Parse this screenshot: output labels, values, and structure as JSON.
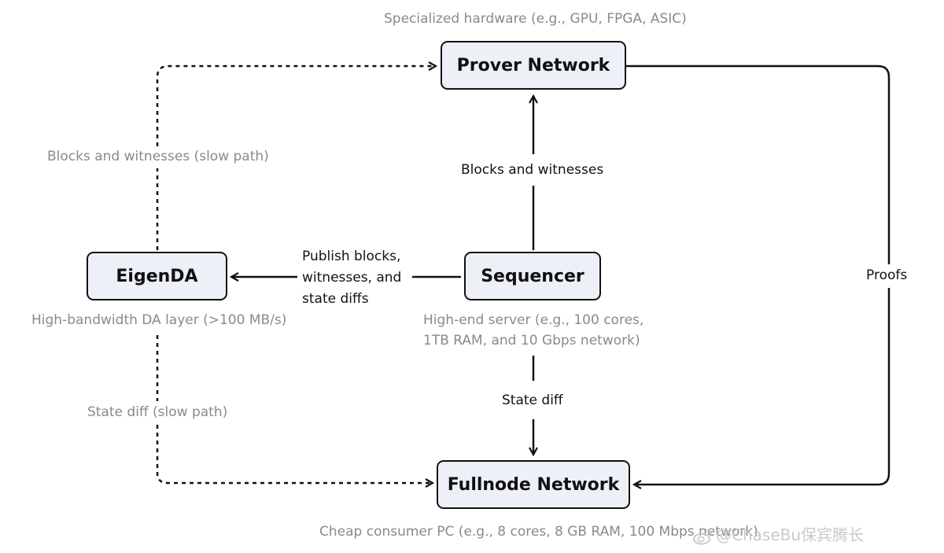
{
  "nodes": {
    "prover": "Prover Network",
    "sequencer": "Sequencer",
    "eigenda": "EigenDA",
    "fullnode": "Fullnode Network"
  },
  "edges": {
    "blocks_witnesses": "Blocks and witnesses",
    "publish": [
      "Publish blocks,",
      "witnesses, and",
      "state diffs"
    ],
    "state_diff": "State diff",
    "proofs": "Proofs",
    "blocks_witnesses_slow": "Blocks and witnesses (slow path)",
    "state_diff_slow": "State diff (slow path)"
  },
  "captions": {
    "prover": "Specialized hardware (e.g., GPU, FPGA, ASIC)",
    "sequencer": [
      "High-end server (e.g., 100 cores,",
      "1TB RAM, and 10 Gbps network)"
    ],
    "eigenda": "High-bandwidth DA layer (>100 MB/s)",
    "fullnode": "Cheap consumer PC (e.g., 8 cores, 8 GB RAM, 100 Mbps network)"
  },
  "watermark": "@ChaseBu保宾腾长",
  "colors": {
    "node_fill": "#eef0f8",
    "stroke": "#111111",
    "caption": "#8a8a8a"
  }
}
